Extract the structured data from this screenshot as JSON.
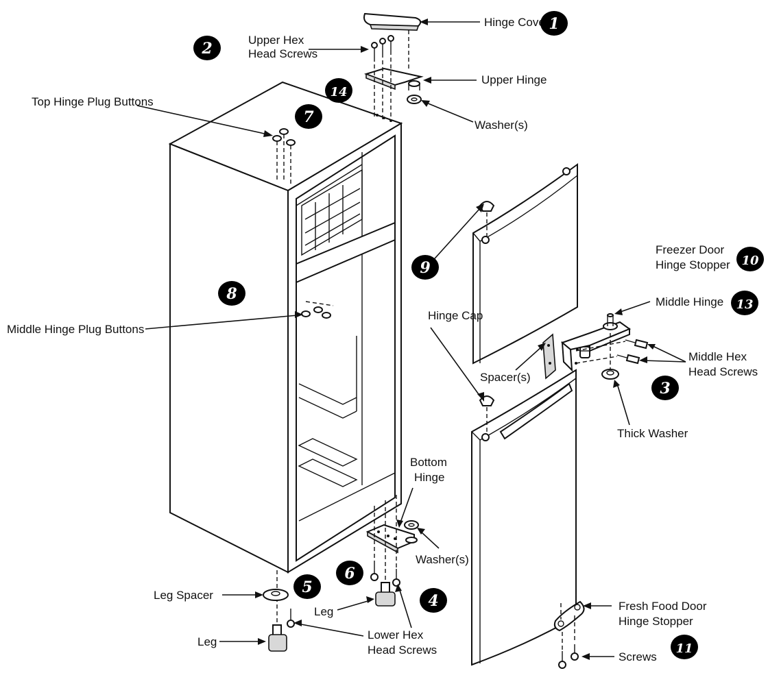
{
  "labels": {
    "hinge_cover": "Hinge Cover",
    "upper_hex_l1": "Upper Hex",
    "upper_hex_l2": "Head Screws",
    "upper_hinge": "Upper Hinge",
    "washer_top": "Washer(s)",
    "top_hinge_plug": "Top Hinge Plug Buttons",
    "middle_hinge_plug": "Middle Hinge Plug Buttons",
    "hinge_cap": "Hinge Cap",
    "freezer_stopper_l1": "Freezer Door",
    "freezer_stopper_l2": "Hinge Stopper",
    "middle_hinge": "Middle Hinge",
    "spacers": "Spacer(s)",
    "middle_hex_l1": "Middle Hex",
    "middle_hex_l2": "Head Screws",
    "thick_washer": "Thick Washer",
    "bottom_hinge_l1": "Bottom",
    "bottom_hinge_l2": "Hinge",
    "washer_bottom": "Washer(s)",
    "leg_spacer": "Leg Spacer",
    "leg_center": "Leg",
    "leg_left": "Leg",
    "lower_hex_l1": "Lower Hex",
    "lower_hex_l2": "Head Screws",
    "fresh_food_l1": "Fresh Food Door",
    "fresh_food_l2": "Hinge Stopper",
    "screws": "Screws"
  },
  "badges": {
    "b1": "1",
    "b2": "2",
    "b3": "3",
    "b4": "4",
    "b5": "5",
    "b6": "6",
    "b7": "7",
    "b8": "8",
    "b9": "9",
    "b10": "10",
    "b11": "11",
    "b13": "13",
    "b14": "14"
  },
  "colors": {
    "ink": "#111111",
    "badge_fill": "#000000",
    "background": "#ffffff"
  }
}
